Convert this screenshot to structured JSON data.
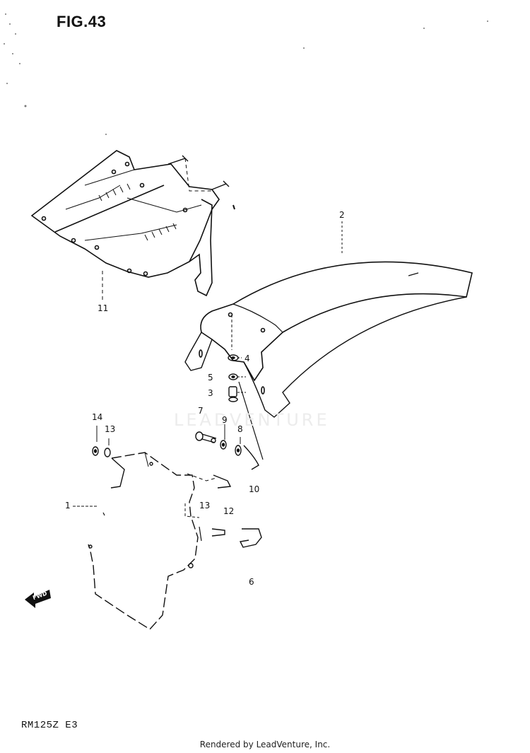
{
  "figure": {
    "title": "FIG.43",
    "model": "RM125Z E3"
  },
  "watermark": "LEADVENTURE",
  "footer": "Rendered by LeadVenture, Inc.",
  "arrow_label": "FWD",
  "callouts": {
    "c1": "1",
    "c2": "2",
    "c3": "3",
    "c4": "4",
    "c5": "5",
    "c6": "6",
    "c7": "7",
    "c8": "8",
    "c9": "9",
    "c10": "10",
    "c11": "11",
    "c12": "12",
    "c13a": "13",
    "c13b": "13",
    "c14": "14"
  }
}
